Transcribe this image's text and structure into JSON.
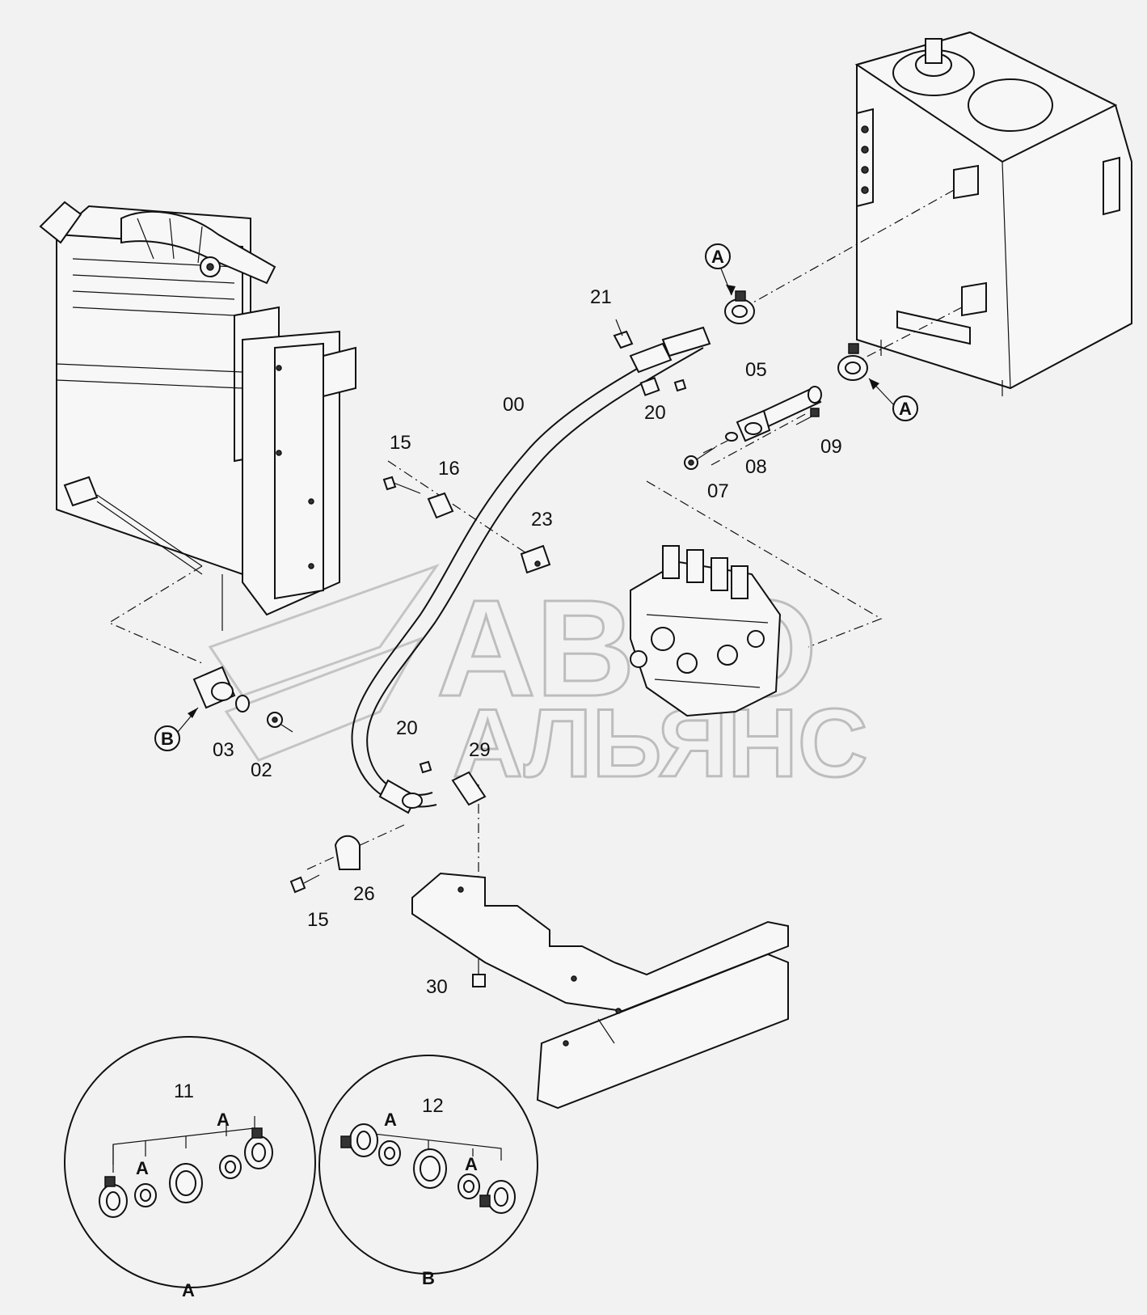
{
  "watermark": {
    "line1": "АВТО",
    "line2": "АЛЬЯНС"
  },
  "part_numbers": {
    "p00": "00",
    "p02": "02",
    "p03": "03",
    "p05": "05",
    "p07": "07",
    "p08": "08",
    "p09": "09",
    "p11": "11",
    "p12": "12",
    "p15a": "15",
    "p15b": "15",
    "p16": "16",
    "p20a": "20",
    "p20b": "20",
    "p21": "21",
    "p23": "23",
    "p26": "26",
    "p29": "29",
    "p30": "30"
  },
  "callouts": {
    "a_top": "A",
    "a_right": "A",
    "b_left": "B"
  },
  "details": {
    "detail_a_title": "A",
    "detail_b_title": "B",
    "a_left": "A",
    "a_right": "A",
    "b_left": "A",
    "b_right": "A"
  }
}
